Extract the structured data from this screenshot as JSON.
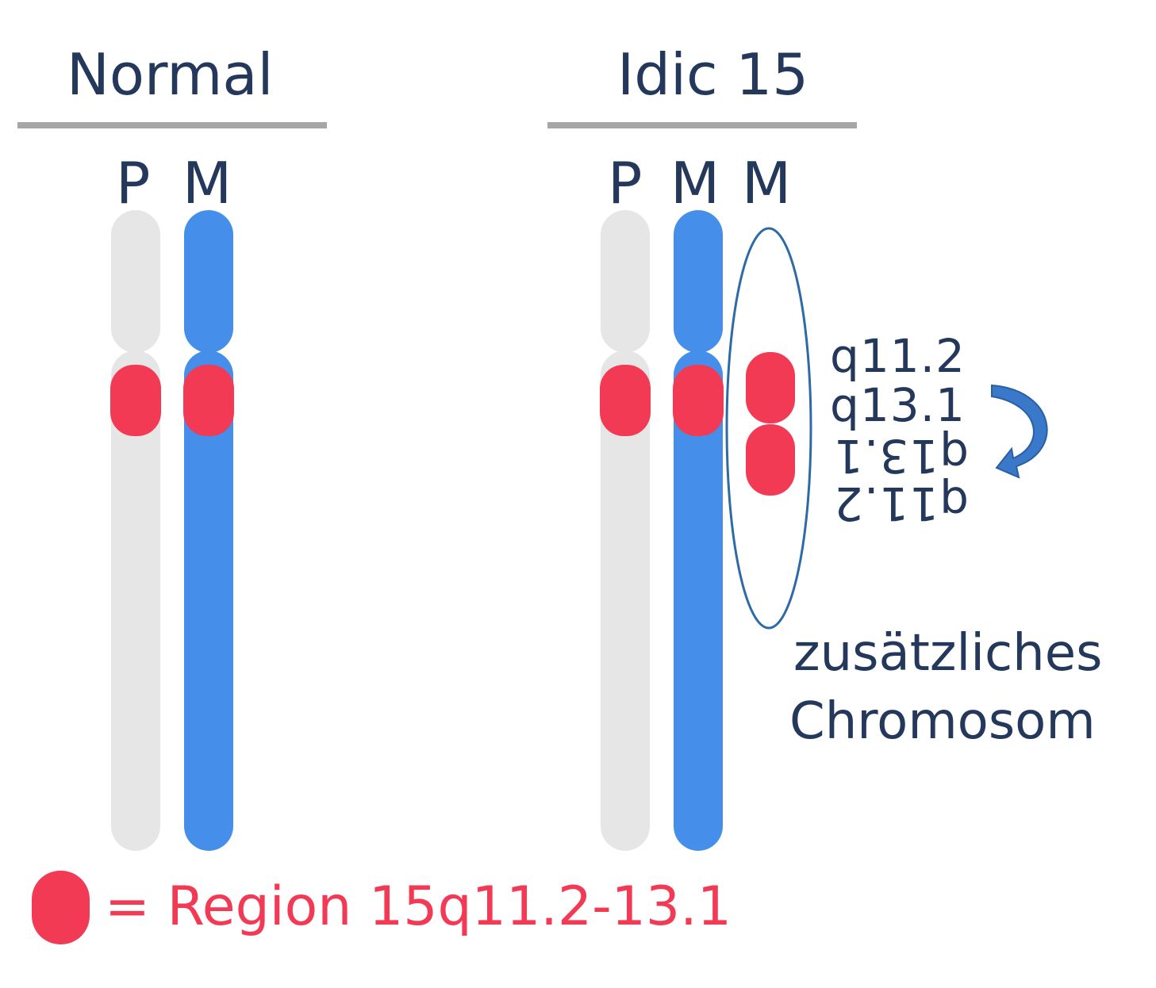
{
  "colors": {
    "text": "#24385b",
    "paternal": "#e6e6e6",
    "maternal": "#458fea",
    "region": "#f33a55",
    "rule": "#a6a6a6",
    "outline": "#2e6aa6",
    "arrow": "#3a78c9"
  },
  "normal": {
    "heading": "Normal",
    "labels": [
      "P",
      "M"
    ]
  },
  "idic": {
    "heading": "Idic 15",
    "labels": [
      "P",
      "M",
      "M"
    ],
    "bands": {
      "upright": [
        "q11.2",
        "q13.1"
      ],
      "inverted": [
        "q13.1",
        "q11.2"
      ]
    },
    "note_line1": "zusätzliches",
    "note_line2": "Chromosom",
    "arrow_icon": "curved-arrow-icon"
  },
  "legend": {
    "text": "= Region 15q11.2-13.1"
  }
}
